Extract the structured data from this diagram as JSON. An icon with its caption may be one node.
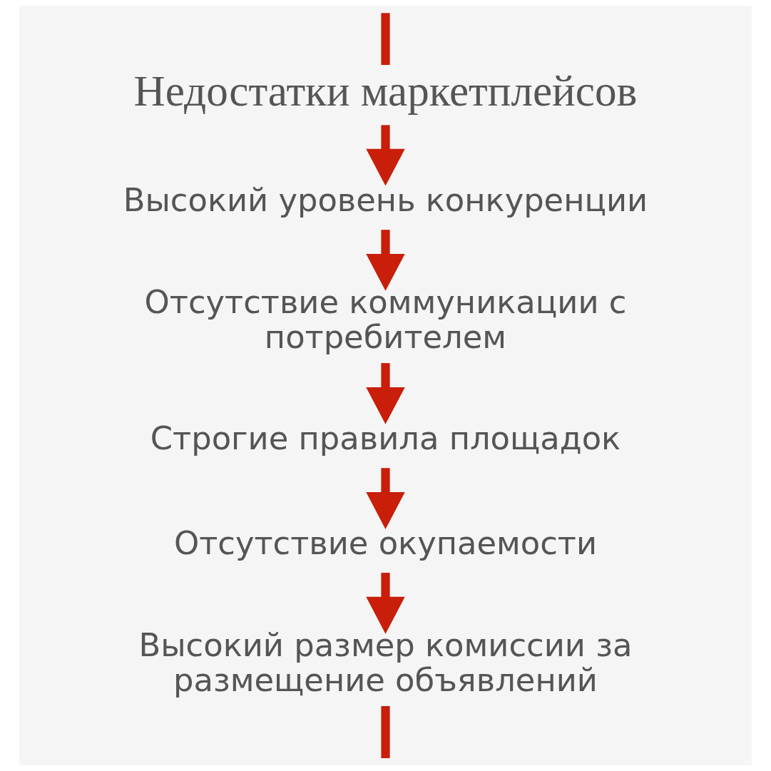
{
  "diagram": {
    "nodes": [
      {
        "text": [
          "Недостатки маркетплейсов"
        ]
      },
      {
        "text": [
          "Высокий уровень конкуренции"
        ]
      },
      {
        "text": [
          "Отсутствие коммуникации с потребителем"
        ]
      },
      {
        "text": [
          "Строгие правила площадок"
        ]
      },
      {
        "text": [
          "Отсутствие окупаемости"
        ]
      },
      {
        "text": [
          "Высокий размер комиссии за размещение объявлений"
        ]
      }
    ],
    "edges": [
      {
        "from": null,
        "to": 0,
        "arrow": "none"
      },
      {
        "from": 0,
        "to": 1,
        "arrow": "to"
      },
      {
        "from": 1,
        "to": 2,
        "arrow": "to"
      },
      {
        "from": 2,
        "to": 3,
        "arrow": "to"
      },
      {
        "from": 3,
        "to": 4,
        "arrow": "to"
      },
      {
        "from": 4,
        "to": 5,
        "arrow": "to"
      },
      {
        "from": 5,
        "to": null,
        "arrow": "none"
      }
    ]
  }
}
